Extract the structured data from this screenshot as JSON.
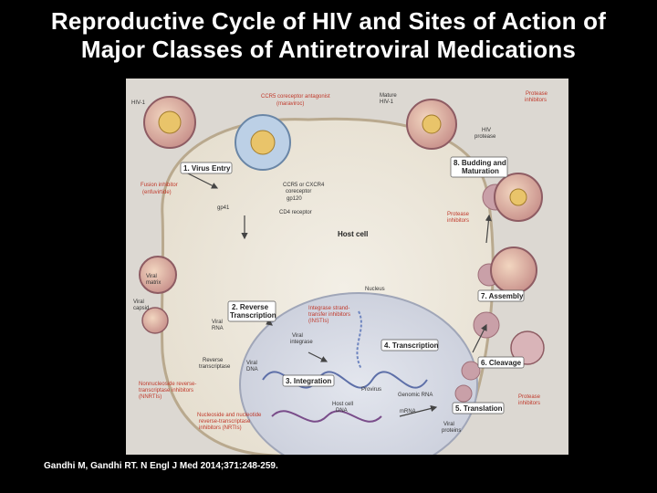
{
  "title_line1": "Reproductive Cycle of HIV and Sites of Action of",
  "title_line2": "Major Classes of Antiretroviral Medications",
  "citation": "Gandhi M, Gandhi RT. N Engl J Med 2014;371:248-259.",
  "figure": {
    "labels": {
      "hiv1": "HIV-1",
      "ccr5_antagonist": "CCR5 coreceptor antagonist",
      "maraviroc": "(maraviroc)",
      "mature_hiv1": "Mature",
      "mature_hiv1_b": "HIV-1",
      "protease_inhibitors_top": "Protease",
      "protease_inhibitors_top_b": "inhibitors",
      "hiv_protease": "HIV",
      "hiv_protease_b": "protease",
      "fusion_inhibitor": "Fusion inhibitor",
      "enfuvirtide": "(enfuvirtide)",
      "ccr5_cxcr4": "CCR5 or CXCR4",
      "coreceptor": "coreceptor",
      "gp120": "gp120",
      "gp41": "gp41",
      "cd4_receptor": "CD4 receptor",
      "host_cell": "Host cell",
      "protease_inhibitors_mid": "Protease",
      "protease_inhibitors_mid_b": "inhibitors",
      "viral_matrix": "Viral",
      "viral_matrix_b": "matrix",
      "viral_capsid": "Viral",
      "viral_capsid_b": "capsid",
      "nucleus": "Nucleus",
      "integrase_inhibitors": "Integrase strand-",
      "integrase_inhibitors_b": "transfer inhibitors",
      "integrase_inhibitors_c": "(INSTIs)",
      "viral_rna": "Viral",
      "viral_rna_b": "RNA",
      "viral_integrase": "Viral",
      "viral_integrase_b": "integrase",
      "reverse_transcriptase": "Reverse",
      "reverse_transcriptase_b": "transcriptase",
      "viral_dna": "Viral",
      "viral_dna_b": "DNA",
      "genomic_rna": "Genomic RNA",
      "provirus": "Provirus",
      "mrna": "mRNA",
      "host_dna": "Host cell",
      "host_dna_b": "DNA",
      "nnrtis": "Nonnucleoside reverse-",
      "nnrtis_b": "transcriptase inhibitors",
      "nnrtis_c": "(NNRTIs)",
      "nrtis": "Nucleoside and nucleotide",
      "nrtis_b": "reverse-transcriptase",
      "nrtis_c": "inhibitors (NRTIs)",
      "viral_proteins": "Viral",
      "viral_proteins_b": "proteins",
      "protease_inhibitors_low": "Protease",
      "protease_inhibitors_low_b": "inhibitors"
    },
    "steps": [
      {
        "line1": "1. Virus Entry",
        "line2": ""
      },
      {
        "line1": "2. Reverse",
        "line2": "Transcription"
      },
      {
        "line1": "3. Integration",
        "line2": ""
      },
      {
        "line1": "4. Transcription",
        "line2": ""
      },
      {
        "line1": "5. Translation",
        "line2": ""
      },
      {
        "line1": "6. Cleavage",
        "line2": ""
      },
      {
        "line1": "7. Assembly",
        "line2": ""
      },
      {
        "line1": "8. Budding and",
        "line2": "Maturation"
      }
    ]
  },
  "colors": {
    "background": "#000000",
    "figure_bg": "#dcd8d2",
    "cell_cytoplasm": "#eeeae0",
    "nucleus": "#d4d8e4",
    "drug_label": "#c0392b",
    "virus_envelope": "#c9a0a8"
  }
}
